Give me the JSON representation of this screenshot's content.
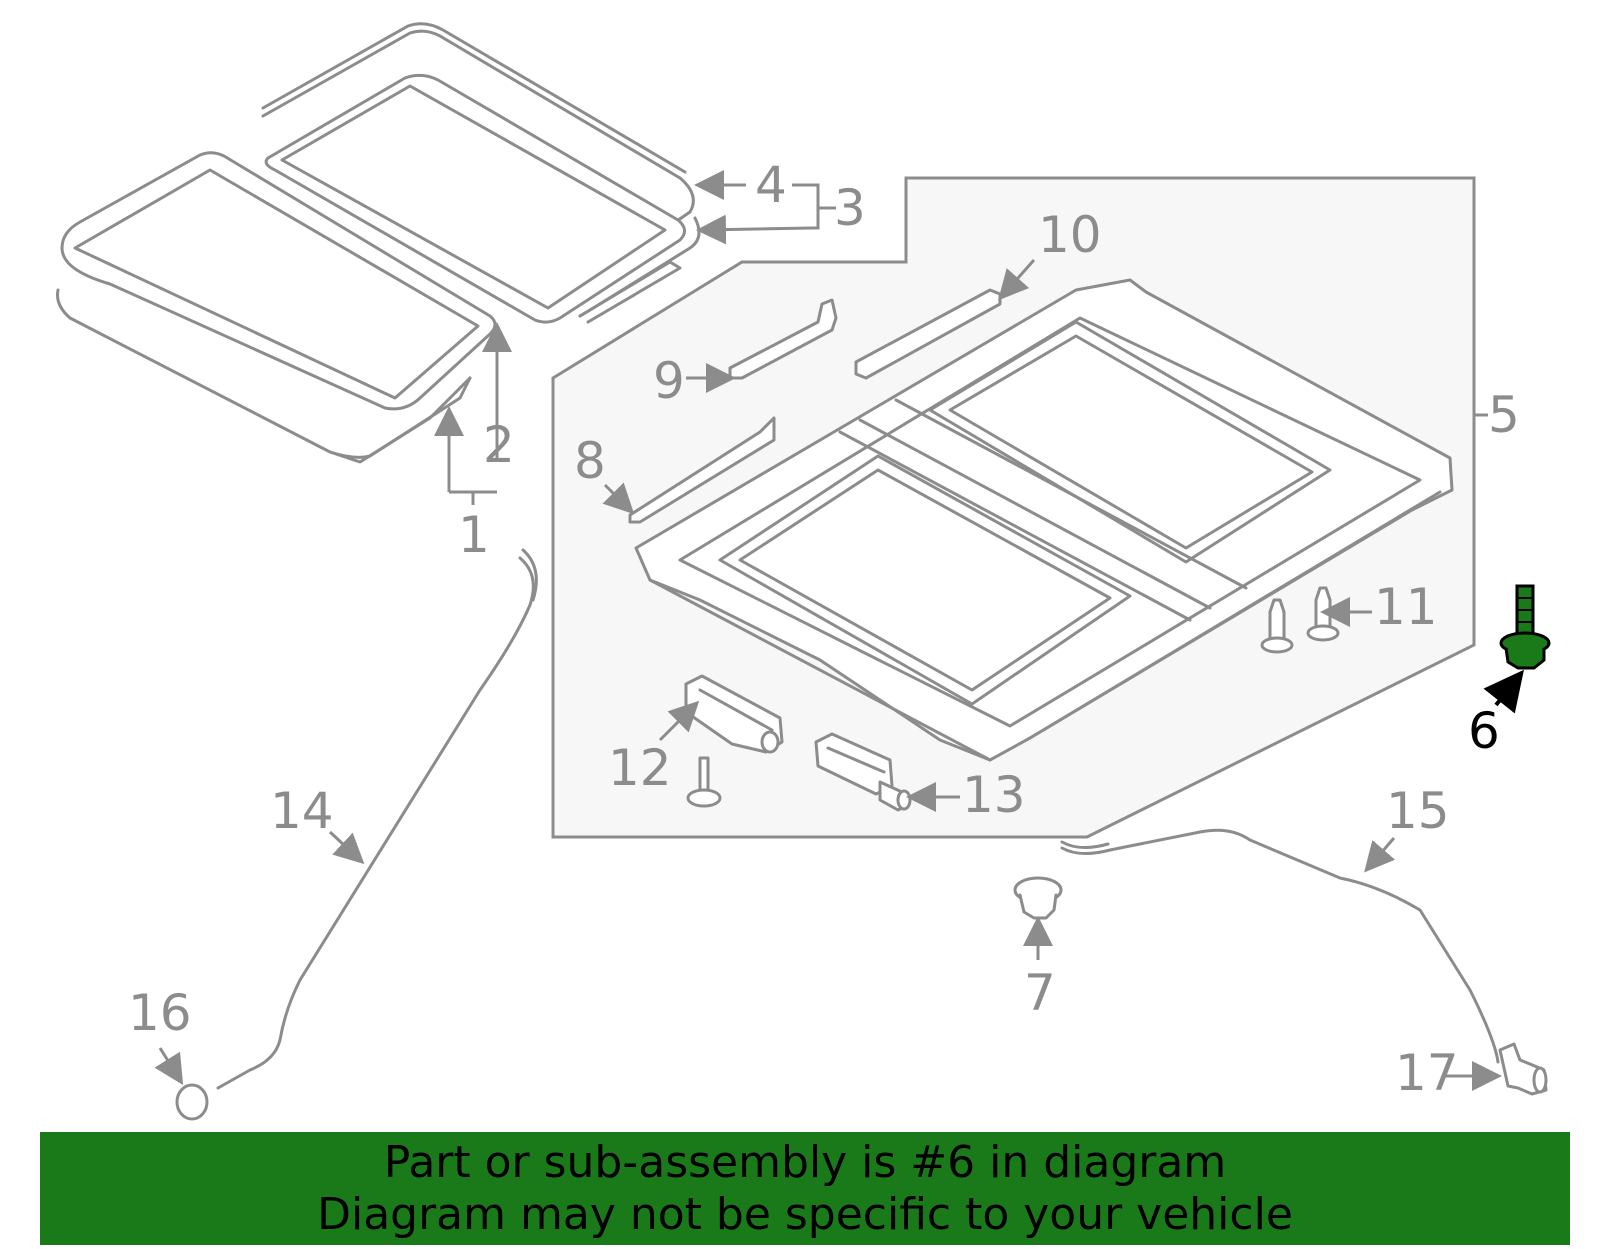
{
  "callouts": {
    "c1": "1",
    "c2": "2",
    "c3": "3",
    "c4": "4",
    "c5": "5",
    "c6": "6",
    "c7": "7",
    "c8": "8",
    "c9": "9",
    "c10": "10",
    "c11": "11",
    "c12": "12",
    "c13": "13",
    "c14": "14",
    "c15": "15",
    "c16": "16",
    "c17": "17"
  },
  "highlighted_part": "6",
  "colors": {
    "highlight": "#1a7a1a",
    "outline": "#8c8c8c",
    "group_background": "#f7f7f7"
  },
  "banner": {
    "line1": "Part or sub-assembly is #6 in diagram",
    "line2": "Diagram may not be specific to your vehicle"
  }
}
